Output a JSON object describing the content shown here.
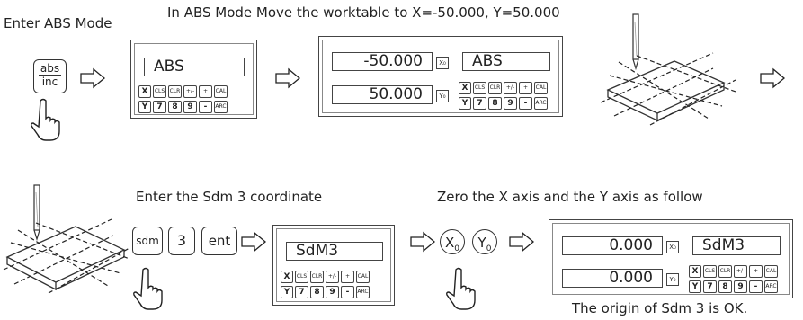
{
  "captions": {
    "enter_abs": "Enter ABS Mode",
    "move_worktable": "In ABS Mode Move the worktable to X=-50.000, Y=50.000",
    "enter_sdm": "Enter the Sdm 3 coordinate",
    "zero_axes": "Zero the X axis and the Y axis as follow",
    "origin_ok": "The origin of Sdm 3 is OK."
  },
  "abs_inc_button": {
    "top": "abs",
    "bottom": "inc"
  },
  "displays": {
    "panel1": {
      "line": "ABS"
    },
    "panel2": {
      "x_value": "-50.000",
      "mode": "ABS",
      "y_value": "50.000",
      "x_tag": "X₀",
      "y_tag": "Y₀"
    },
    "panel3": {
      "line": "SdM3"
    },
    "panel4": {
      "x_value": "0.000",
      "mode": "SdM3",
      "y_value": "0.000",
      "x_tag": "X₀",
      "y_tag": "Y₀"
    }
  },
  "keypad": {
    "row1": [
      "X",
      "CLS",
      "CLR",
      "+/-",
      "+",
      "CAL"
    ],
    "row2": [
      "Y",
      "7",
      "8",
      "9",
      "-",
      "ARC"
    ]
  },
  "entry_buttons": [
    "sdm",
    "3",
    "ent"
  ],
  "zero_buttons": [
    {
      "main": "X",
      "sub": "0"
    },
    {
      "main": "Y",
      "sub": "0"
    }
  ],
  "icons": [
    "pointing-hand-icon",
    "right-arrow-icon",
    "drill-bit-icon",
    "worktable-icon"
  ]
}
